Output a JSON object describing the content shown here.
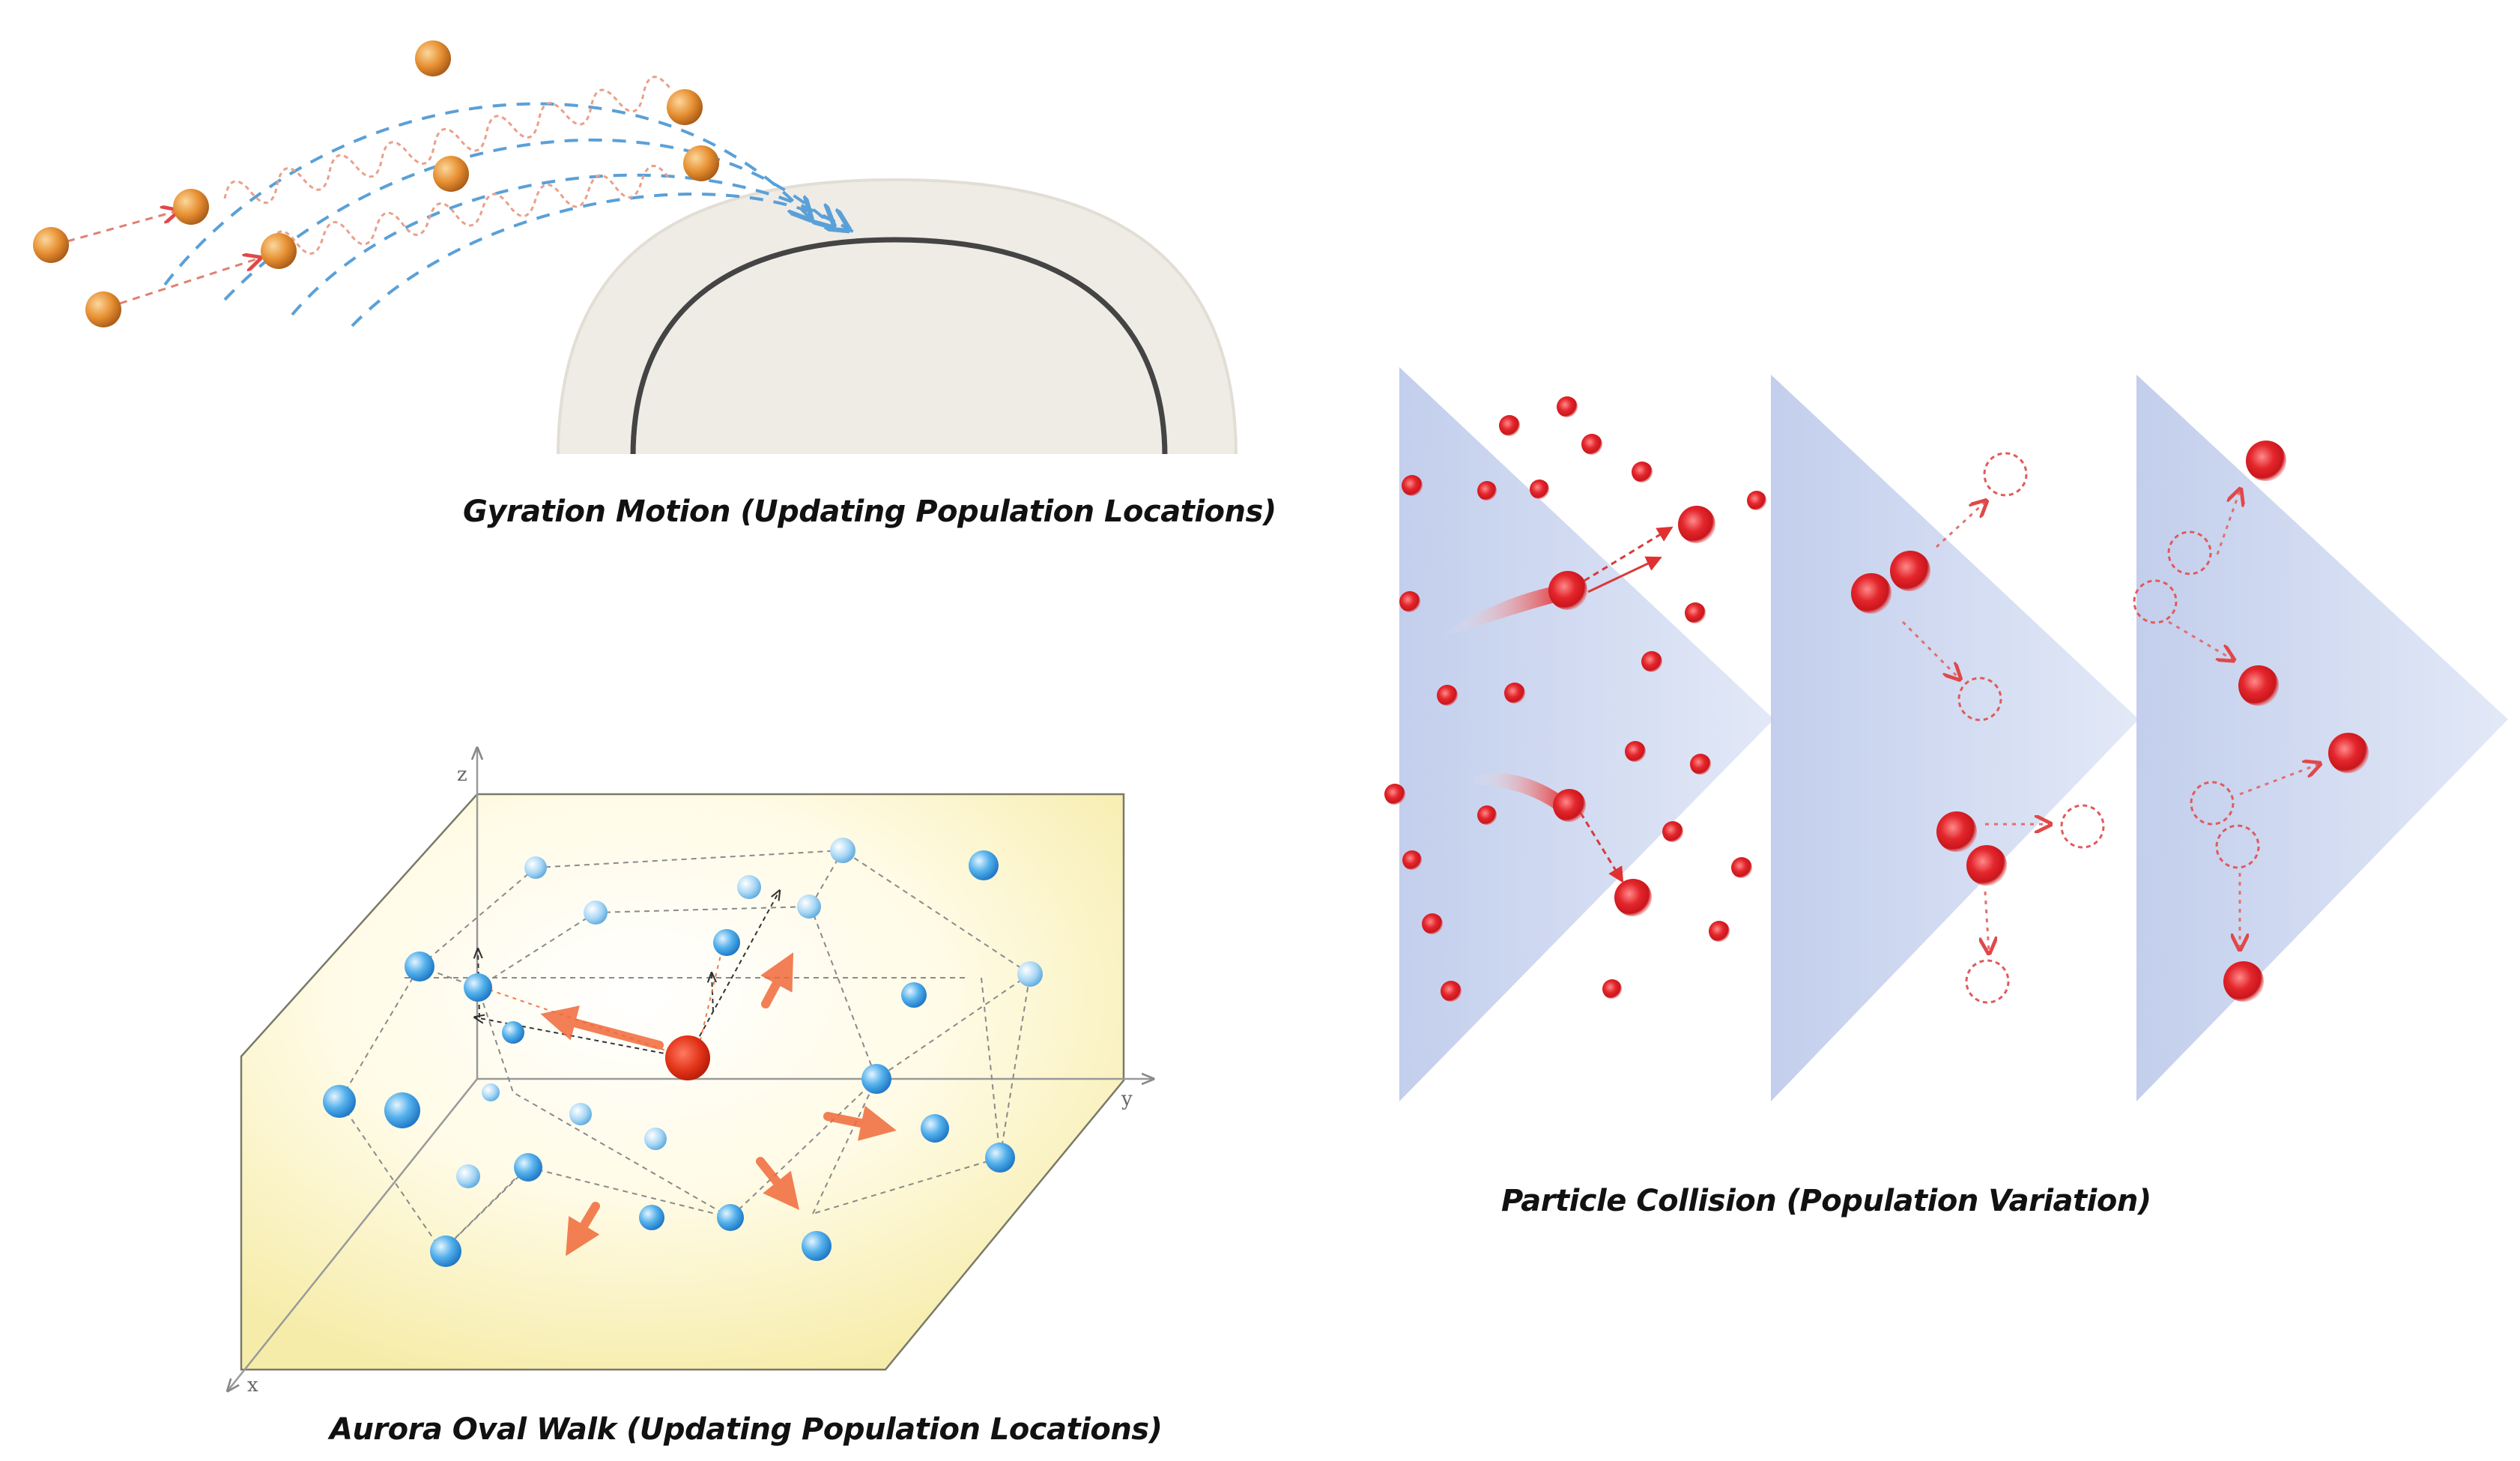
{
  "panels": {
    "gyration": {
      "caption": "Gyration Motion  (Updating Population Locations)"
    },
    "aurora": {
      "caption": "Aurora Oval Walk  (Updating Population Locations)",
      "axes": {
        "x": "x",
        "y": "y",
        "z": "z"
      }
    },
    "collision": {
      "caption": "Particle Collision  (Population Variation)"
    }
  },
  "colors": {
    "orange_particle": "#e0892a",
    "blue_particle": "#3a9de0",
    "red_particle": "#e0262b",
    "wall_fill": "#ccd6ee",
    "plane_fill": "#fbf6c8",
    "earth_ring": "#efece6",
    "earth_line": "#444444",
    "dashed_blue": "#5aa0d8",
    "dashed_red": "#e05050"
  }
}
